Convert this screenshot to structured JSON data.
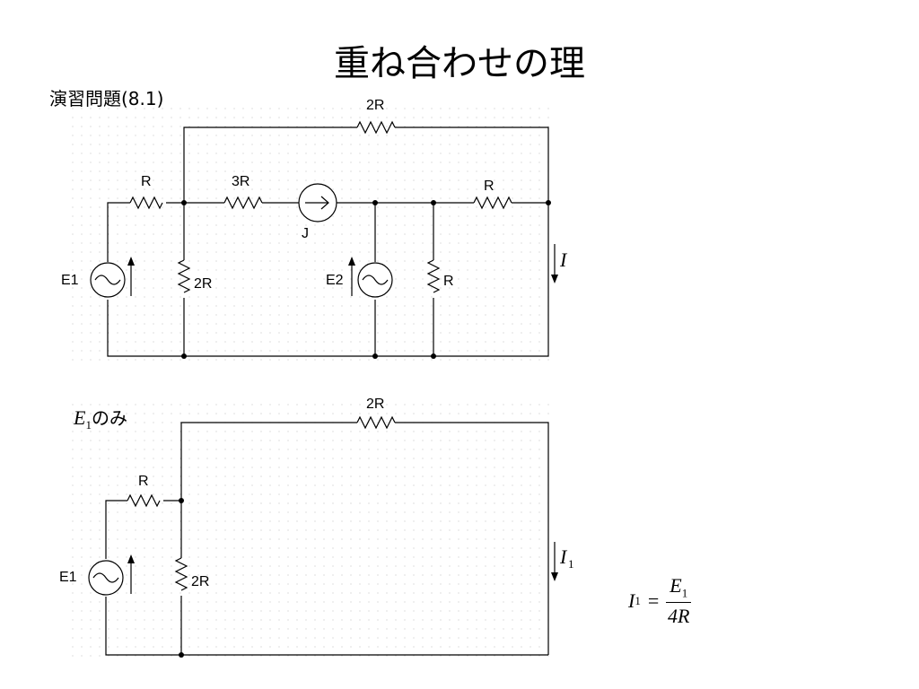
{
  "title": "重ね合わせの理",
  "problem_label": "演習問題(8.1)",
  "circuit1": {
    "r_top": "2R",
    "r_left": "R",
    "r_series": "3R",
    "r_right": "R",
    "r_shunt_left": "2R",
    "r_shunt_right": "R",
    "source_e1": "E1",
    "source_e2": "E2",
    "source_j": "J",
    "current": "I"
  },
  "case_label": {
    "symbol": "E",
    "subscript": "1",
    "suffix": "のみ"
  },
  "circuit2": {
    "r_top": "2R",
    "r_left": "R",
    "r_shunt": "2R",
    "source_e1": "E1",
    "current": "I",
    "current_sub": "1"
  },
  "formula": {
    "lhs": "I",
    "lhs_sub": "1",
    "equals": "=",
    "numerator": "E",
    "numerator_sub": "1",
    "denominator": "4R"
  }
}
